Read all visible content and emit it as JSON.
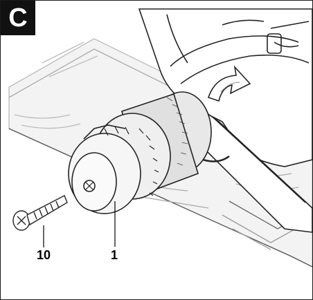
{
  "figure": {
    "panel_label": "C",
    "callouts": [
      {
        "id": "part-10",
        "text": "10"
      },
      {
        "id": "part-1",
        "text": "1"
      }
    ],
    "icons": [
      "screw-icon",
      "drill-chuck-icon",
      "wrench-icon",
      "rotation-arrow-icon",
      "wood-board-icon",
      "drill-housing-icon"
    ]
  }
}
